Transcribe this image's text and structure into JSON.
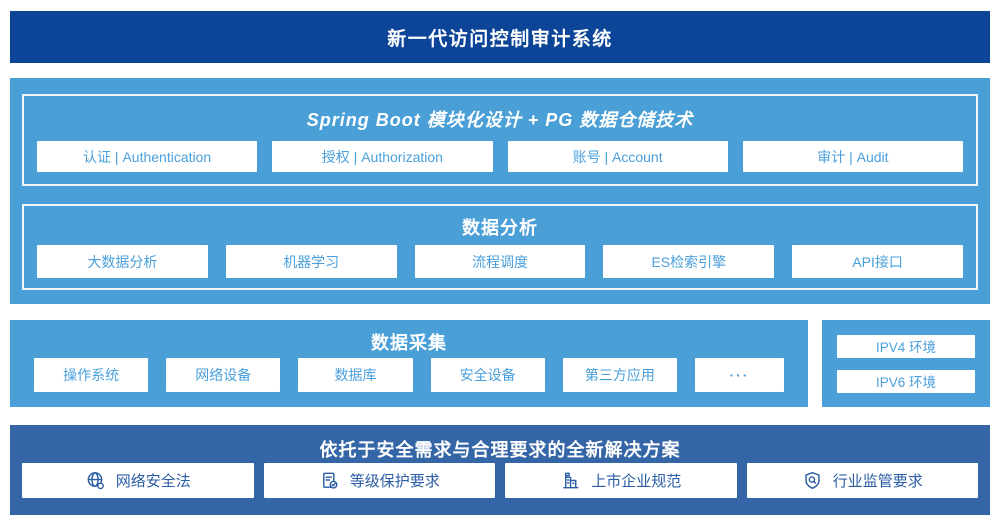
{
  "banner": {
    "title": "新一代访问控制审计系统"
  },
  "platform": {
    "spring": {
      "title": "Spring Boot 模块化设计 + PG 数据仓储技术",
      "modules": [
        "认证 | Authentication",
        "授权 | Authorization",
        "账号 | Account",
        "审计 | Audit"
      ]
    },
    "analysis": {
      "title": "数据分析",
      "modules": [
        "大数据分析",
        "机器学习",
        "流程调度",
        "ES检索引擎",
        "API接口"
      ]
    }
  },
  "collection": {
    "title": "数据采集",
    "sources": [
      "操作系统",
      "网络设备",
      "数据库",
      "安全设备",
      "第三方应用",
      "···"
    ]
  },
  "environments": {
    "items": [
      "IPV4 环境",
      "IPV6 环境"
    ]
  },
  "solution": {
    "title": "依托于安全需求与合理要求的全新解决方案",
    "items": [
      {
        "icon": "globe-network-icon",
        "label": "网络安全法"
      },
      {
        "icon": "compliance-checklist-icon",
        "label": "等级保护要求"
      },
      {
        "icon": "listed-company-building-icon",
        "label": "上市企业规范"
      },
      {
        "icon": "shield-inspect-icon",
        "label": "行业监管要求"
      }
    ]
  },
  "colors": {
    "banner_bg": "#0c4598",
    "sky_panel_bg": "#4a9fd7",
    "solution_panel_bg": "#3465a6",
    "sky_box_text": "#4aa0dc",
    "solution_box_text": "#2b5da5",
    "inner_border": "#ffffff"
  }
}
